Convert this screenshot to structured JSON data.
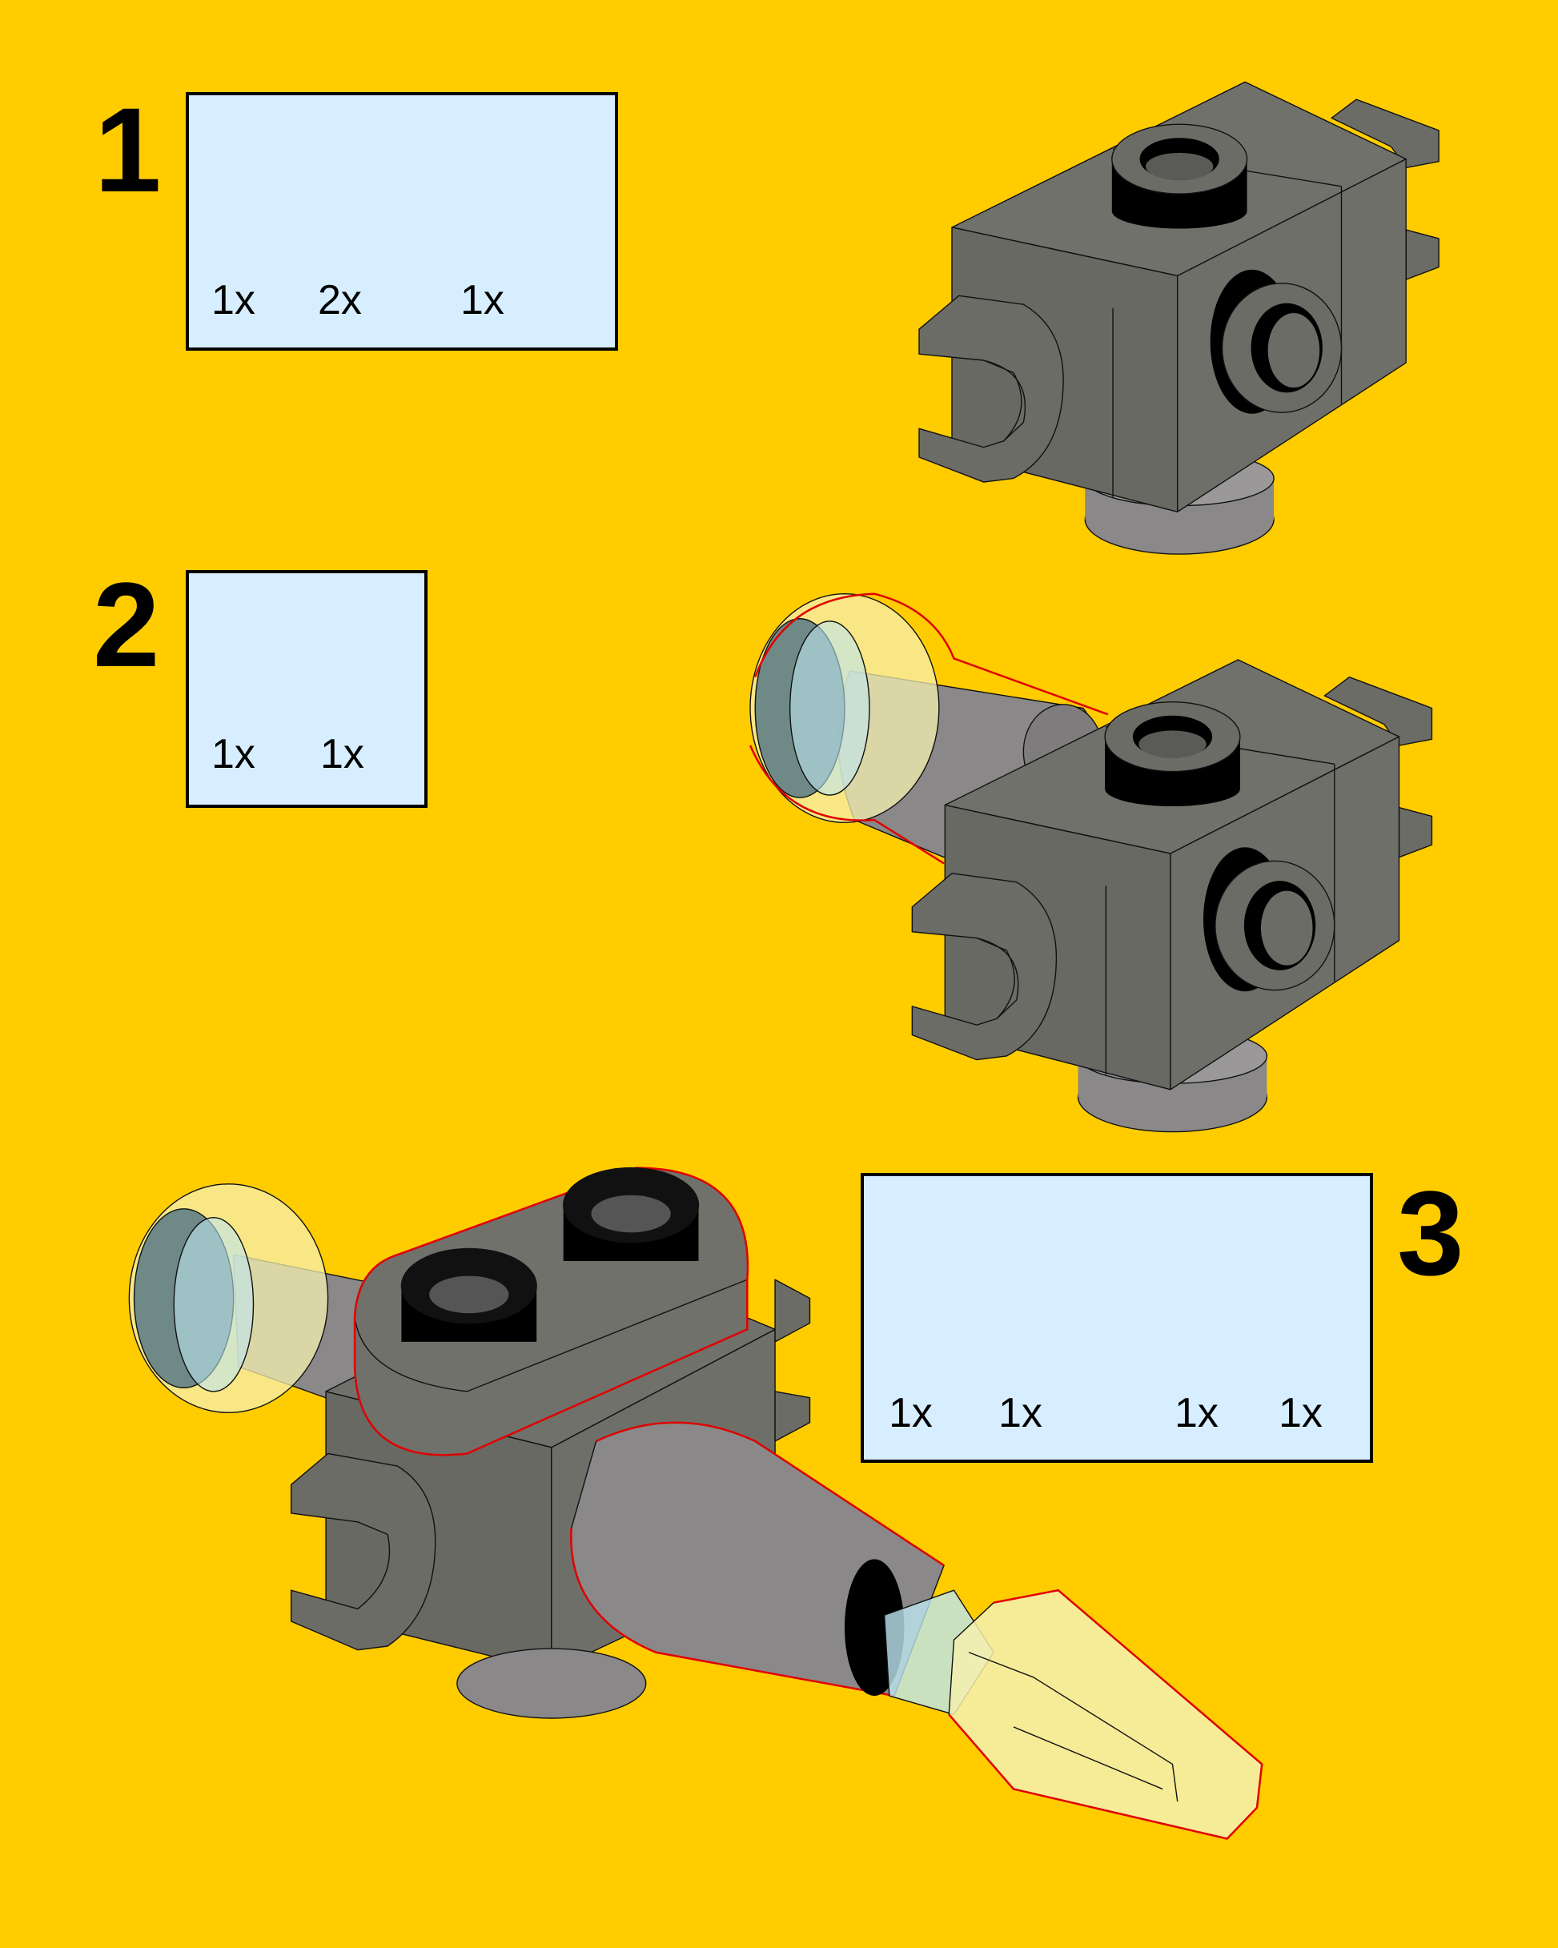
{
  "colors": {
    "background": "#ffcc00",
    "parts_box": "#d6eeff",
    "dark_bluish_gray": "#6b6c66",
    "light_gray": "#8a8888",
    "trans_clear": "#f5f0b0",
    "trans_light_blue": "#bde6f0",
    "highlight_outline": "#e00000"
  },
  "steps": [
    {
      "number": "1",
      "parts": [
        {
          "icon": "round-plate-1x1-icon",
          "qty": "1x"
        },
        {
          "icon": "plate-1x1-clip-icon",
          "qty": "2x"
        },
        {
          "icon": "brick-1x1-studs-on-sides-icon",
          "qty": "1x"
        }
      ]
    },
    {
      "number": "2",
      "parts": [
        {
          "icon": "trans-round-plate-1x1-icon",
          "qty": "1x"
        },
        {
          "icon": "cone-1x1-icon",
          "qty": "1x"
        }
      ]
    },
    {
      "number": "3",
      "parts": [
        {
          "icon": "round-plate-1x1-icon",
          "qty": "1x"
        },
        {
          "icon": "plate-1x2-rounded-icon",
          "qty": "1x"
        },
        {
          "icon": "cone-1x1-icon",
          "qty": "1x"
        },
        {
          "icon": "crystal-icon",
          "qty": "1x"
        }
      ]
    }
  ]
}
